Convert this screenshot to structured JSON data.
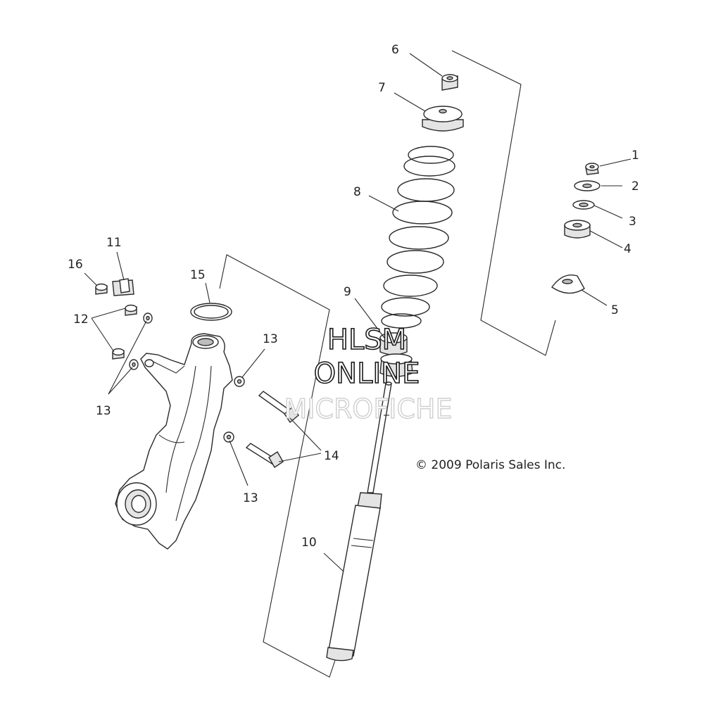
{
  "callouts": {
    "c1": "1",
    "c2": "2",
    "c3": "3",
    "c4": "4",
    "c5": "5",
    "c6": "6",
    "c7": "7",
    "c8": "8",
    "c9": "9",
    "c10": "10",
    "c11": "11",
    "c12": "12",
    "c13a": "13",
    "c13b": "13",
    "c13c": "13",
    "c14": "14",
    "c15": "15",
    "c16": "16"
  },
  "watermark": {
    "line1": "HLSM",
    "line2": "ONLINE",
    "line3": "MICROFICHE"
  },
  "copyright": "© 2009 Polaris Sales Inc."
}
